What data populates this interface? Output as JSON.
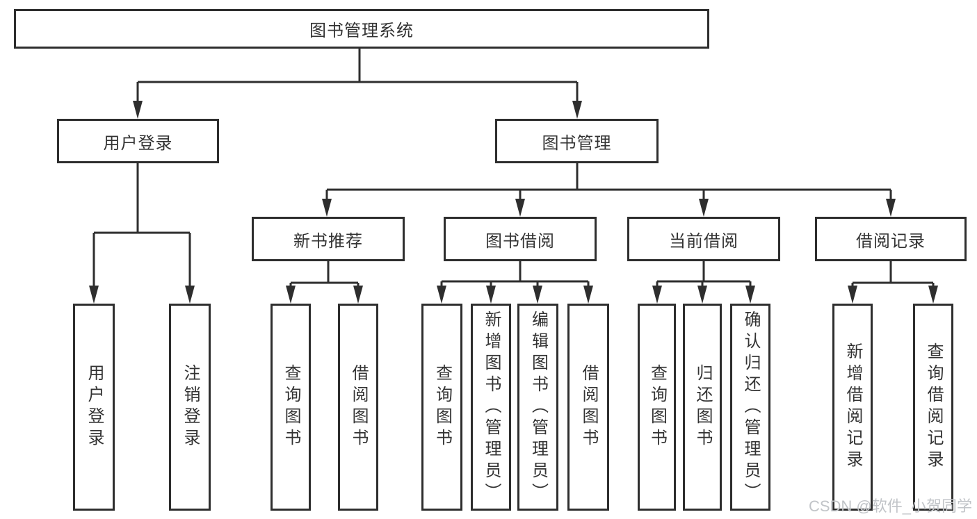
{
  "diagram": {
    "root": "图书管理系统",
    "branches": [
      "用户登录",
      "图书管理"
    ],
    "sections": [
      "新书推荐",
      "图书借阅",
      "当前借阅",
      "借阅记录"
    ],
    "leaves": [
      "用户登录",
      "注销登录",
      "查询图书",
      "借阅图书",
      "查询图书",
      "新增图书（管理员）",
      "编辑图书（管理员）",
      "借阅图书",
      "查询图书",
      "归还图书",
      "确认归还（管理员）",
      "新增借阅记录",
      "查询借阅记录"
    ]
  },
  "watermark": "CSDN @软件_小贺同学",
  "colors": {
    "line": "#2e2e2e",
    "text": "#333333",
    "watermark": "#c1c4c8",
    "background": "#ffffff"
  }
}
